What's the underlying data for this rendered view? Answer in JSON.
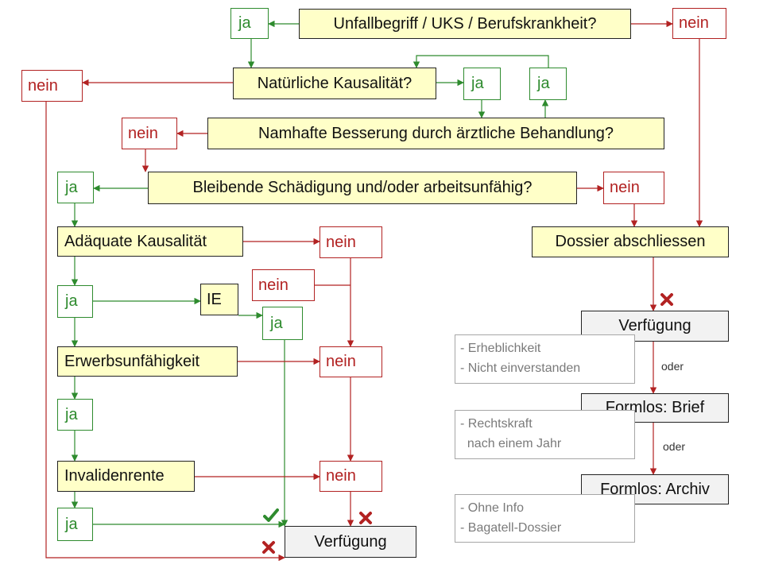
{
  "questions": {
    "q1": "Unfallbegriff / UKS / Berufskrankheit?",
    "q2": "Natürliche Kausalität?",
    "q3": "Namhafte Besserung durch ärztliche Behandlung?",
    "q4": "Bleibende Schädigung und/oder arbeitsunfähig?"
  },
  "steps": {
    "adaequat": "Adäquate Kausalität",
    "ie": "IE",
    "erwerb": "Erwerbsunfähigkeit",
    "invalid": "Invalidenrente",
    "dossier": "Dossier abschliessen"
  },
  "answers": {
    "yes": "ja",
    "no": "nein"
  },
  "outcomes": {
    "verfuegung_left": "Verfügung",
    "verfuegung_right": "Verfügung",
    "brief": "Formlos: Brief",
    "archiv": "Formlos: Archiv"
  },
  "notes": {
    "verfuegung": "- Erheblichkeit\n- Nicht einverstanden",
    "brief": "- Rechtskraft\n  nach einem Jahr",
    "archiv": "- Ohne Info\n- Bagatell-Dossier"
  },
  "connector": "oder",
  "colors": {
    "yes": "#2e8b2e",
    "no": "#b22222",
    "question_fill": "#ffffc8",
    "outcome_fill": "#f2f2f2"
  },
  "icons": {
    "approved": "check-icon",
    "rejected": "cross-icon"
  }
}
